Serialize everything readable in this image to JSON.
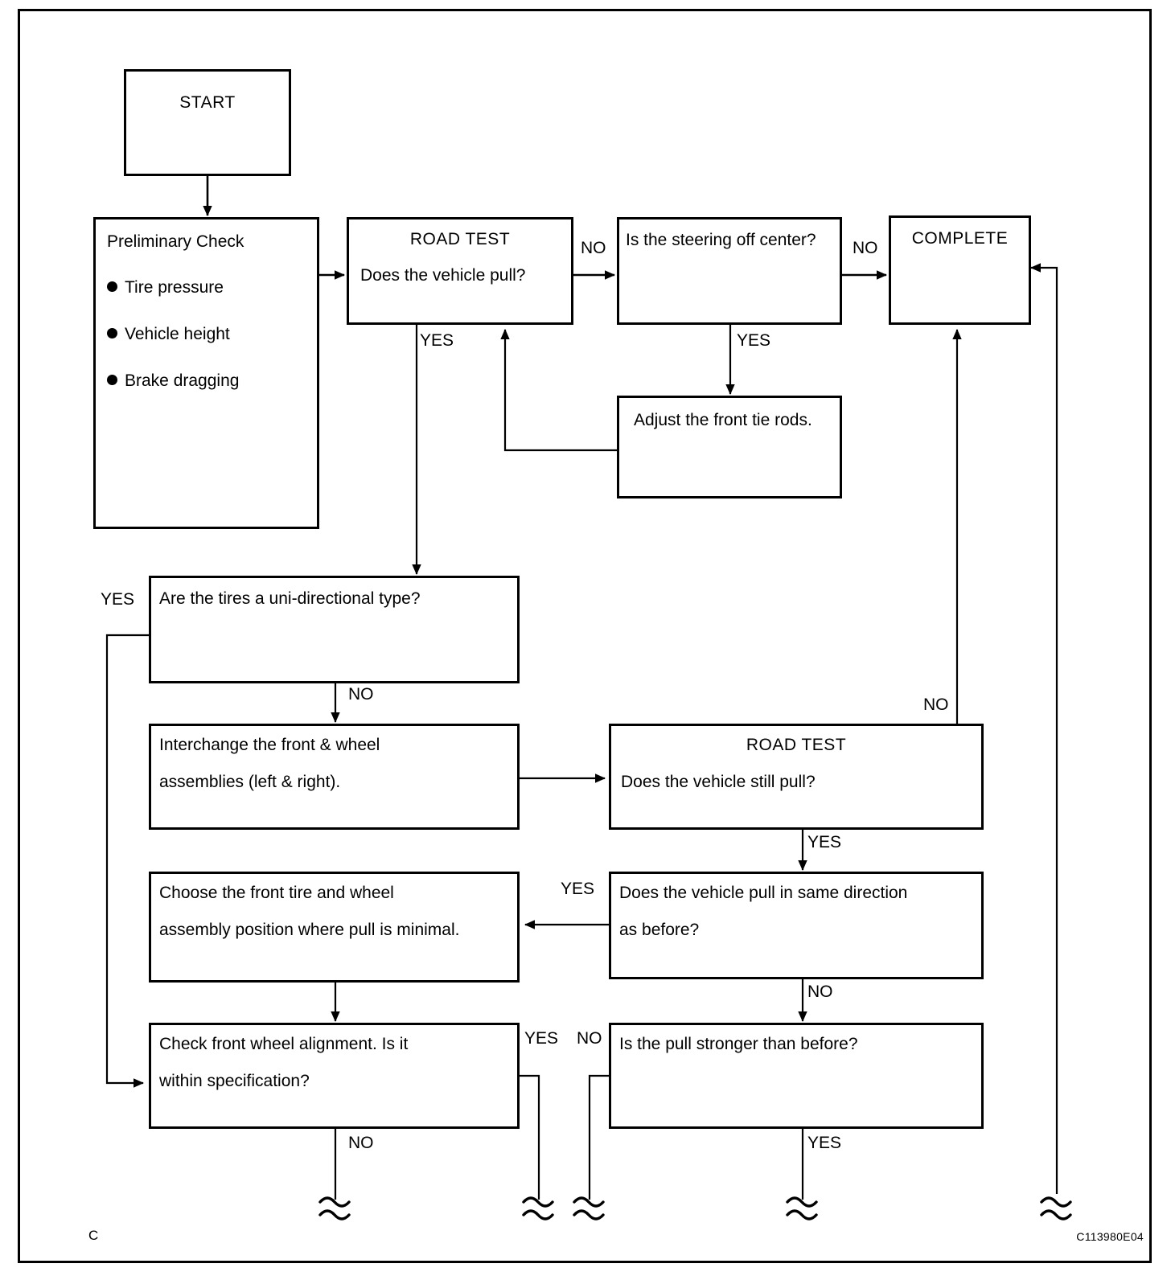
{
  "diagram": {
    "title_code": "C113980E04",
    "corner_label": "C",
    "colors": {
      "line": "#000000",
      "background": "#ffffff"
    },
    "nodes": {
      "start": {
        "label": "START"
      },
      "preliminary": {
        "title": "Preliminary Check",
        "items": [
          "Tire pressure",
          "Vehicle height",
          "Brake dragging"
        ]
      },
      "road_test_1": {
        "title": "ROAD TEST",
        "question": "Does the vehicle pull?"
      },
      "steering_off_center": {
        "question": "Is the steering off center?"
      },
      "complete": {
        "label": "COMPLETE"
      },
      "adjust_tie_rods": {
        "text": "Adjust the front tie rods."
      },
      "uni_directional": {
        "question": "Are the tires a uni-directional type?"
      },
      "interchange": {
        "line1": "Interchange the front & wheel",
        "line2": "assemblies (left & right)."
      },
      "road_test_2": {
        "title": "ROAD TEST",
        "question": "Does the vehicle still pull?"
      },
      "same_direction": {
        "line1": "Does the vehicle pull in same direction",
        "line2": "as before?"
      },
      "choose_position": {
        "line1": "Choose the front tire and wheel",
        "line2": "assembly position where pull is minimal."
      },
      "check_alignment": {
        "line1": "Check front wheel alignment. Is it",
        "line2": "within specification?"
      },
      "pull_stronger": {
        "question": "Is the pull stronger than before?"
      }
    },
    "edge_labels": {
      "road1_to_steering": "NO",
      "road1_yes_down": "YES",
      "steering_to_complete": "NO",
      "steering_yes_down": "YES",
      "uni_yes_left": "YES",
      "uni_no_down": "NO",
      "road2_no_up": "NO",
      "road2_yes_down": "YES",
      "same_dir_yes_left": "YES",
      "same_dir_no_down": "NO",
      "check_align_yes": "YES",
      "check_align_no": "NO",
      "pull_stronger_no": "NO",
      "pull_stronger_yes": "YES"
    }
  }
}
